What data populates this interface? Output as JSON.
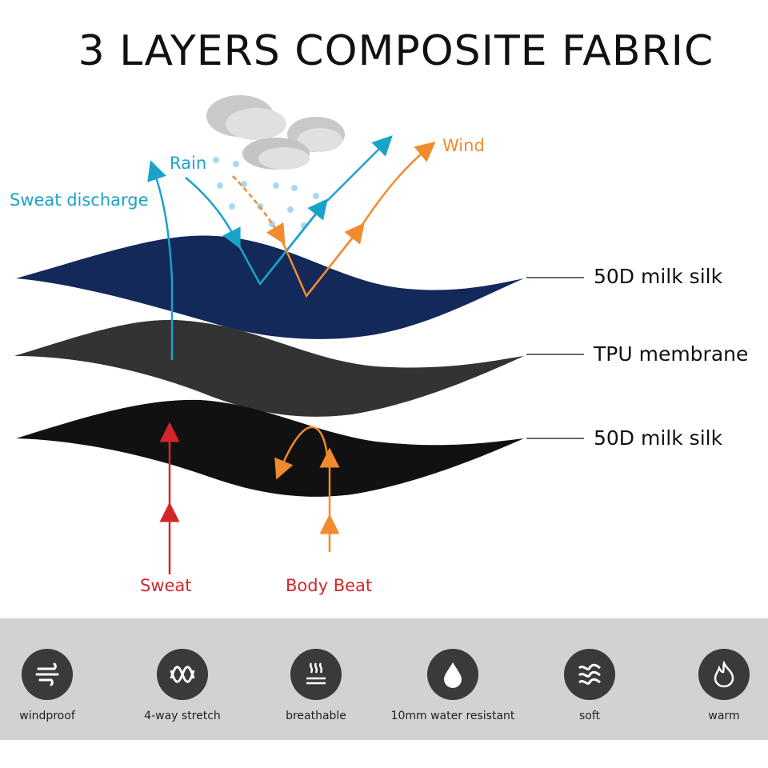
{
  "title": "3 LAYERS COMPOSITE FABRIC",
  "labels": {
    "rain": "Rain",
    "wind": "Wind",
    "sweat_discharge": "Sweat discharge",
    "sweat": "Sweat",
    "body_beat": "Body Beat"
  },
  "layers": [
    "50D milk silk",
    "TPU membrane",
    "50D milk silk"
  ],
  "features": [
    {
      "icon": "wind-icon",
      "label": "windproof"
    },
    {
      "icon": "stretch-icon",
      "label": "4-way stretch"
    },
    {
      "icon": "heat-waves-icon",
      "label": "breathable"
    },
    {
      "icon": "water-drop-icon",
      "label": "10mm water resistant"
    },
    {
      "icon": "soft-waves-icon",
      "label": "soft"
    },
    {
      "icon": "flame-icon",
      "label": "warm"
    }
  ],
  "colors": {
    "teal": "#1aa3c9",
    "orange": "#f28a2e",
    "red": "#d3262b",
    "navy": "#13295a",
    "gray_layer": "#333333",
    "black_layer": "#111111",
    "strip": "#d2d2d2"
  }
}
